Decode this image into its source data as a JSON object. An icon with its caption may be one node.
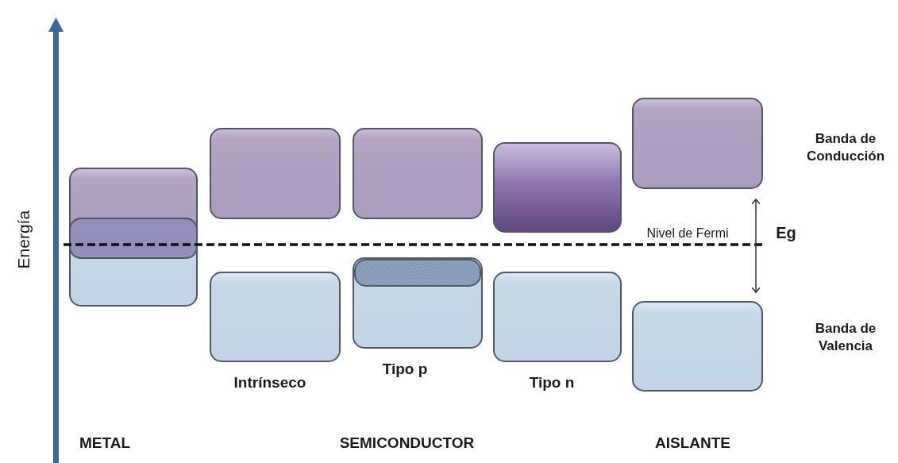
{
  "diagram": {
    "labels": [
      "Banda de Conducción",
      "Energía",
      "Nivel de Fermi",
      "Eg",
      "Banda de Valencia",
      "Intrínseco",
      "Tipo p",
      "Tipo n",
      "METAL",
      "SEMICONDUCTOR",
      "AISLANTE"
    ]
  }
}
